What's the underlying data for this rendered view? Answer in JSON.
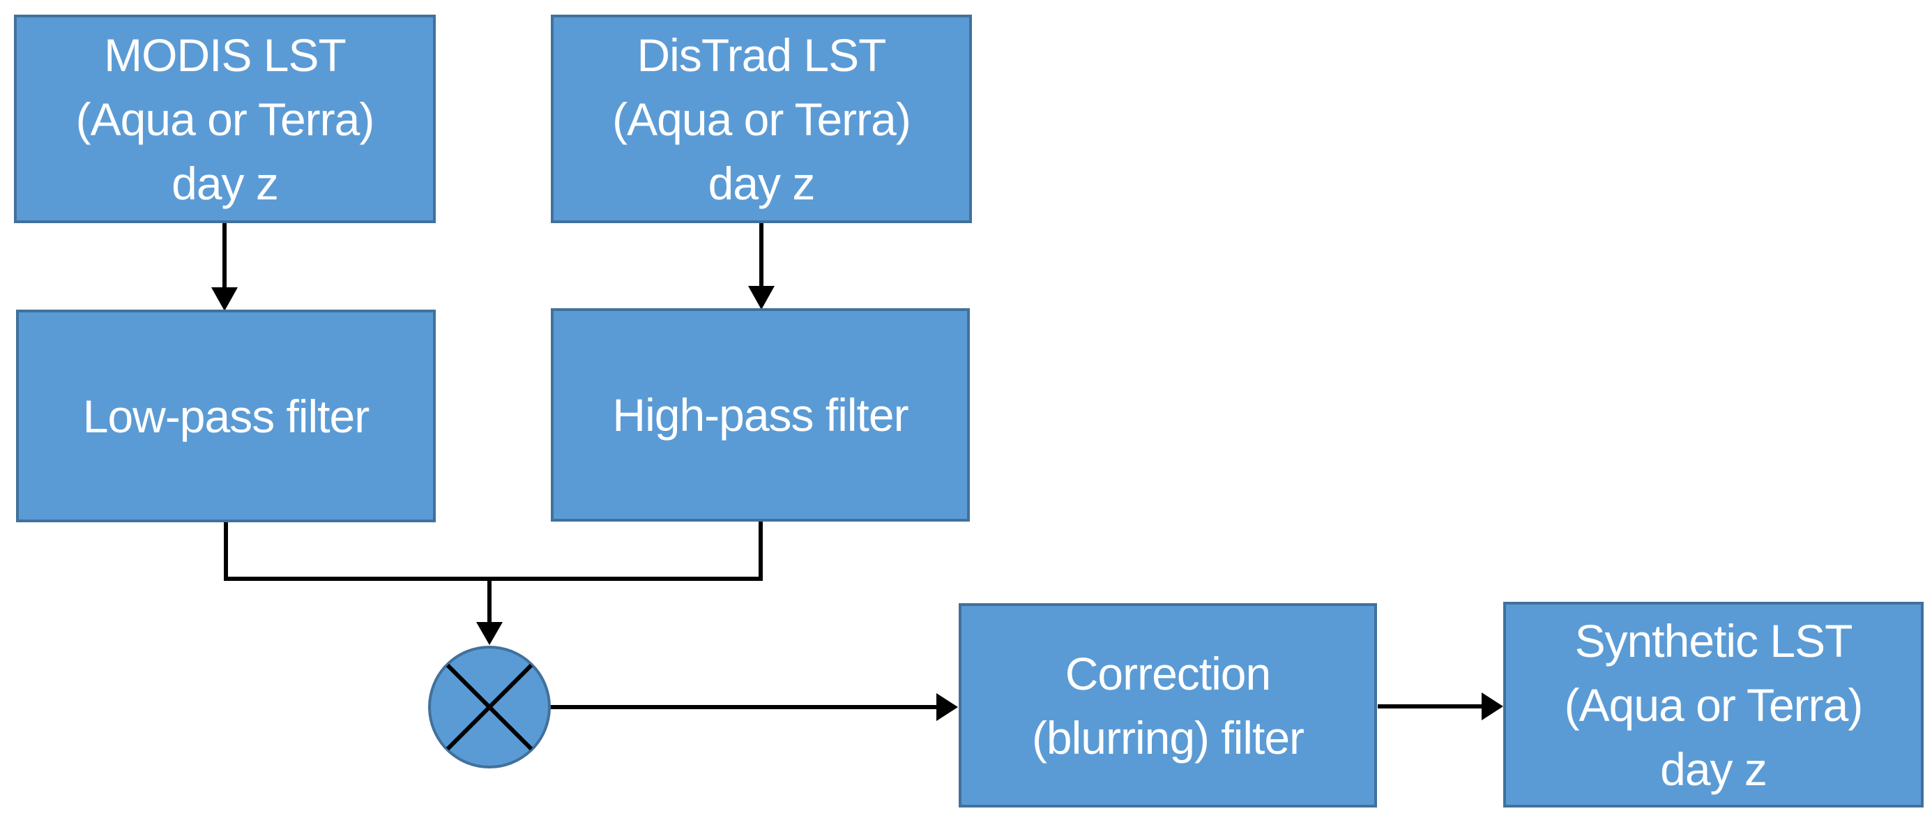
{
  "colors": {
    "background": "#ffffff",
    "node_fill": "#5b9bd5",
    "node_border": "#41719c",
    "connector": "#000000",
    "text": "#ffffff"
  },
  "nodes": {
    "modis": {
      "label": "MODIS LST\n(Aqua or Terra)\nday z"
    },
    "distrad": {
      "label": "DisTrad LST\n(Aqua or Terra)\nday z"
    },
    "low_pass": {
      "label": "Low-pass filter"
    },
    "high_pass": {
      "label": "High-pass filter"
    },
    "correction": {
      "label": "Correction\n(blurring) filter"
    },
    "synthetic": {
      "label": "Synthetic LST\n(Aqua or Terra)\nday z"
    }
  },
  "operator": {
    "name": "multiply",
    "symbol": "circled-times"
  },
  "edges": [
    {
      "from": "modis",
      "to": "low_pass"
    },
    {
      "from": "distrad",
      "to": "high_pass"
    },
    {
      "from": "low_pass",
      "to": "multiply"
    },
    {
      "from": "high_pass",
      "to": "multiply"
    },
    {
      "from": "multiply",
      "to": "correction"
    },
    {
      "from": "correction",
      "to": "synthetic"
    }
  ]
}
